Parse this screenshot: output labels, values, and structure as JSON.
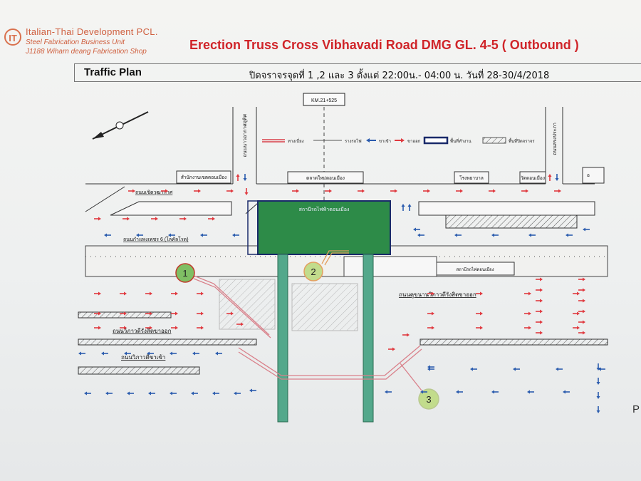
{
  "company": {
    "logo_text": "IT",
    "name": "Italian-Thai Development PCL.",
    "unit": "Steel Fabrication Business Unit",
    "shop": "J1188 Wiharn deang Fabrication Shop"
  },
  "title": "Erection Truss Cross Vibhavadi Road DMG GL. 4-5 ( Outbound )",
  "header": {
    "label": "Traffic Plan",
    "schedule": "ปิดจราจรจุดที่ 1 ,2 และ 3 ตั้งแต่ 22:00น.- 04:00 น. วันที่ 28-30/4/2018"
  },
  "km_marker": "KM.21+525",
  "legend": {
    "items": [
      {
        "label": "ทางเบี่ยง"
      },
      {
        "label": "รางรถไฟ"
      },
      {
        "label": "ขาเข้า"
      },
      {
        "label": "ขาออก"
      },
      {
        "label": "พื้นที่ทำงาน"
      },
      {
        "label": "พื้นที่ปิดจราจร"
      }
    ]
  },
  "labels": {
    "road_left_vertical": "ถนนนาวอากาศอุทิศ",
    "road_right_vertical": "ถนนสรงประภา",
    "building_1": "สำนักงานเขตดอนเมือง",
    "building_2": "ตลาดใหม่ดอนเมือง",
    "building_3": "โรงพยาบาล",
    "building_4": "วัดดอนเมือง",
    "building_5": "อ",
    "road_upper_left": "ถนนเชิดวุฒากาศ",
    "station_main": "สถานีรถไฟฟ้าดอนเมือง",
    "road_kamphaeng": "ถนนกำแพงเพชร 6 (โลคัลโรด)",
    "rail_station": "สถานีรถไฟดอนเมือง",
    "road_vibhavadi_out_right": "ถนนคูขนานวิภาวดีรังสิตขาออก",
    "road_vibhavadi_out": "ถนนวิภาวดีรังสิตขาออก",
    "road_vibhavadi_in": "ถนนวิภาวดีขาเข้า",
    "point_1": "1",
    "point_2": "2",
    "point_3": "3"
  },
  "page_marker": "P",
  "colors": {
    "outbound_arrow": "#e0393f",
    "inbound_arrow": "#2b5cae",
    "work_area": "#2b8a45",
    "pier": "#4ea78a",
    "detour": "#d9808a",
    "title": "#d0252a",
    "company": "#cf5f3f",
    "point_marker": "#9bc86a"
  }
}
